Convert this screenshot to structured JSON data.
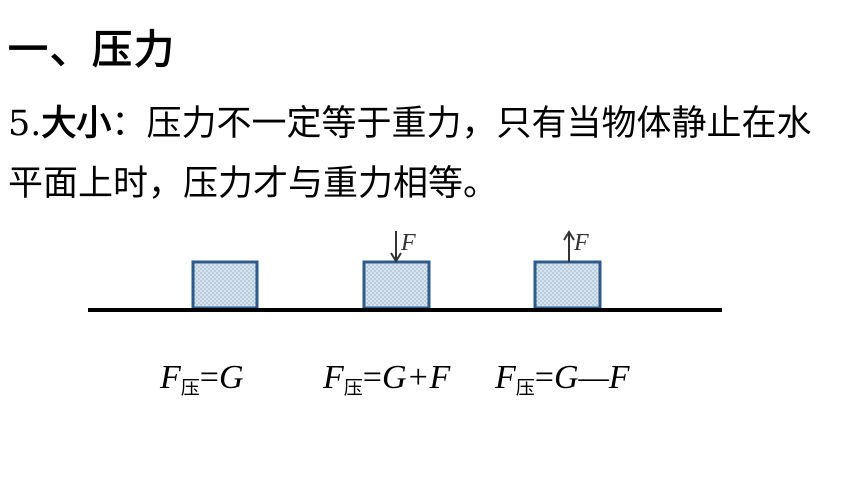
{
  "title": "一、压力",
  "paragraph": {
    "num": "5.",
    "keyword": "大小",
    "colon": "：",
    "line1_rest": "压力不一定等于重力，只有当物体静止在水",
    "line2": "平面上时，压力才与重力相等。"
  },
  "diagram": {
    "force_label_down": "F",
    "force_label_up": "F",
    "block_color": "#c9dbe8",
    "block_border": "#2e5b8a"
  },
  "formulas": [
    {
      "lhs": "F",
      "sub": "压",
      "eq": "=",
      "rhs": "G"
    },
    {
      "lhs": "F",
      "sub": "压",
      "eq": "=",
      "rhs": "G+F"
    },
    {
      "lhs": "F",
      "sub": "压",
      "eq": "=",
      "rhs": "G—F"
    }
  ]
}
